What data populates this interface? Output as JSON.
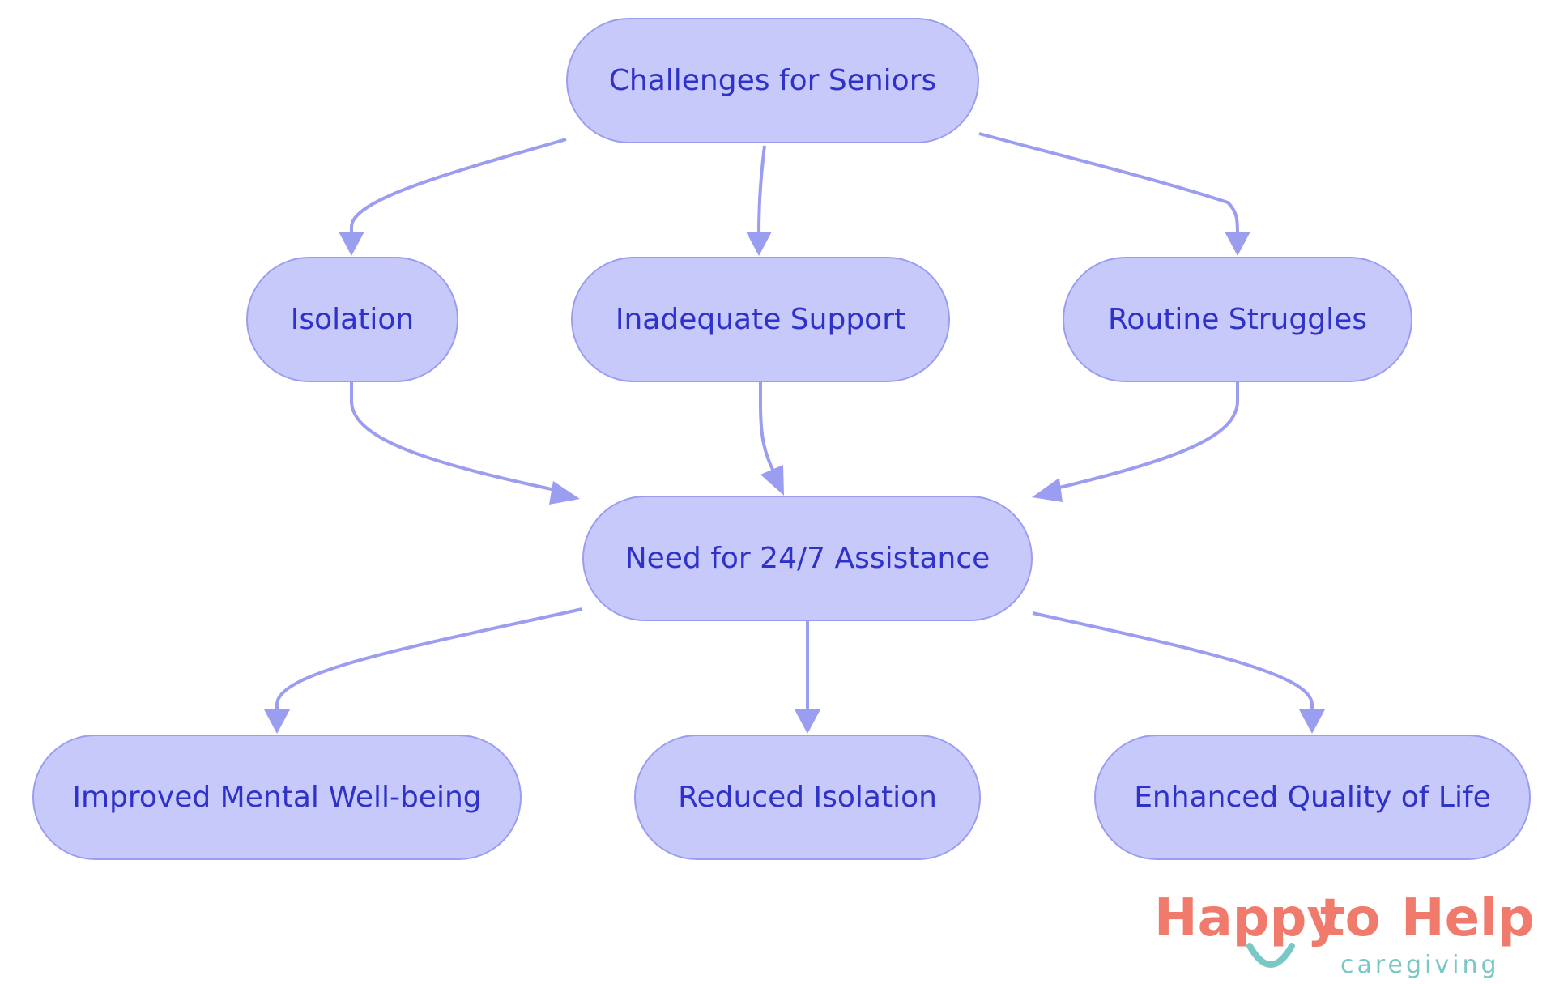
{
  "diagram": {
    "nodes": {
      "challenges": "Challenges for Seniors",
      "isolation": "Isolation",
      "inadequate_support": "Inadequate Support",
      "routine_struggles": "Routine Struggles",
      "need": "Need for 24/7 Assistance",
      "improved": "Improved Mental Well-being",
      "reduced": "Reduced Isolation",
      "enhanced": "Enhanced Quality of Life"
    },
    "edges": [
      {
        "from": "challenges",
        "to": "isolation"
      },
      {
        "from": "challenges",
        "to": "inadequate_support"
      },
      {
        "from": "challenges",
        "to": "routine_struggles"
      },
      {
        "from": "isolation",
        "to": "need"
      },
      {
        "from": "inadequate_support",
        "to": "need"
      },
      {
        "from": "routine_struggles",
        "to": "need"
      },
      {
        "from": "need",
        "to": "improved"
      },
      {
        "from": "need",
        "to": "reduced"
      },
      {
        "from": "need",
        "to": "enhanced"
      }
    ],
    "colors": {
      "node_fill": "#c8c9fb",
      "node_border": "#9b9df0",
      "node_text": "#2f32c8",
      "edge": "#9b9df0"
    }
  },
  "logo": {
    "word1": "Happy",
    "word2": "to",
    "word3": "Help",
    "tagline": "caregiving",
    "colors": {
      "primary": "#f07a6c",
      "secondary": "#7ac8c6"
    }
  }
}
